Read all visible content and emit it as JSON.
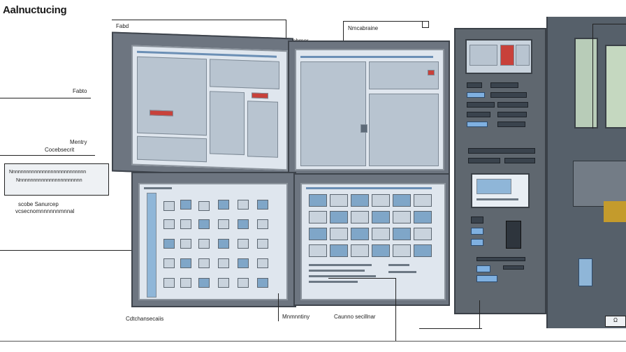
{
  "title": "Aalnuctucing",
  "labels": {
    "fabd": "Fabd",
    "fnbmor": "Fnbmor",
    "nmcabraine": "Nmcabraine",
    "fabto": "Fabto",
    "mentry": "Mentry",
    "cocebsecrit": "Cocebsecrit",
    "box_line1": "Nnnnnnnnnnnnnnnnnnnnnnnnnnnn",
    "box_line2": "Nnnnnnnnnnnnnnnnnnnnnnnn",
    "scobe": "scobe Sanurcep",
    "scobe2": "vcsecnomnnnnnnmnnal",
    "mnmntiny": "Mnmnntiny",
    "cauno": "Caunno secillnar",
    "bottom": "Cdtchansecaiis",
    "small_box": "Ω"
  },
  "colors": {
    "frame": "#6d7580",
    "screen": "#dfe6ee",
    "accent_red": "#c8413a",
    "accent_blue": "#7fb0e0"
  }
}
